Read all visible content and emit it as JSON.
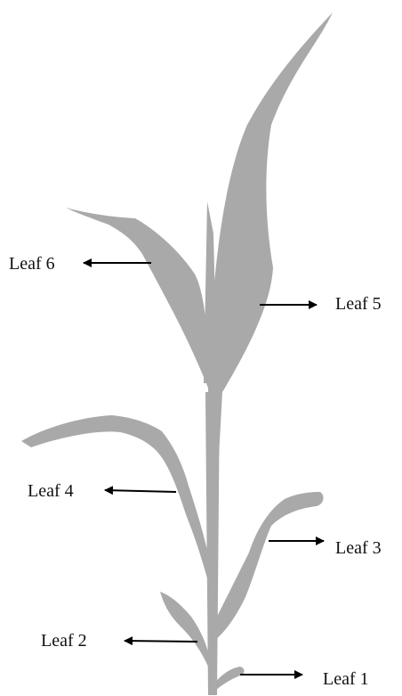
{
  "colors": {
    "plant": "#a9a9a9",
    "arrow": "#000000",
    "text": "#111111",
    "background": "#ffffff"
  },
  "labels": {
    "leaf1": "Leaf 1",
    "leaf2": "Leaf 2",
    "leaf3": "Leaf 3",
    "leaf4": "Leaf 4",
    "leaf5": "Leaf 5",
    "leaf6": "Leaf 6"
  }
}
